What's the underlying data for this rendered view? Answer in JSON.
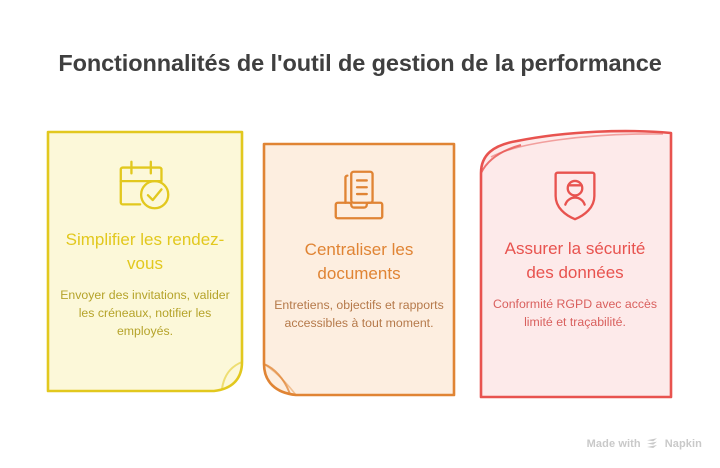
{
  "header": {
    "title": "Fonctionnalités de l'outil de gestion de la performance"
  },
  "cards": [
    {
      "icon": "calendar-check-icon",
      "title": "Simplifier les rendez-vous",
      "body": "Envoyer des invitations, valider les créneaux, notifier les employés.",
      "fill": "#FCF8D9",
      "stroke": "#E2C81E",
      "title_color": "#E2C81E",
      "body_color": "#B5A32A",
      "fold": "bottom-right"
    },
    {
      "icon": "documents-tray-icon",
      "title": "Centraliser les documents",
      "body": "Entretiens, objectifs et rapports accessibles à tout moment.",
      "fill": "#FDEEE0",
      "stroke": "#E08434",
      "title_color": "#E08434",
      "body_color": "#B5794A",
      "fold": "bottom-left"
    },
    {
      "icon": "shield-person-icon",
      "title": "Assurer la sécurité des données",
      "body": "Conformité RGPD avec accès limité et traçabilité.",
      "fill": "#FDEAEA",
      "stroke": "#E8534F",
      "title_color": "#E8534F",
      "body_color": "#D9605E",
      "fold": "top-left"
    }
  ],
  "footer": {
    "made_with": "Made with",
    "brand": "Napkin",
    "logo_icon": "napkin-logo-icon",
    "color": "#c9c9c9"
  },
  "theme": {
    "background": "#FFFFFF",
    "title_color": "#3F3F3F"
  }
}
